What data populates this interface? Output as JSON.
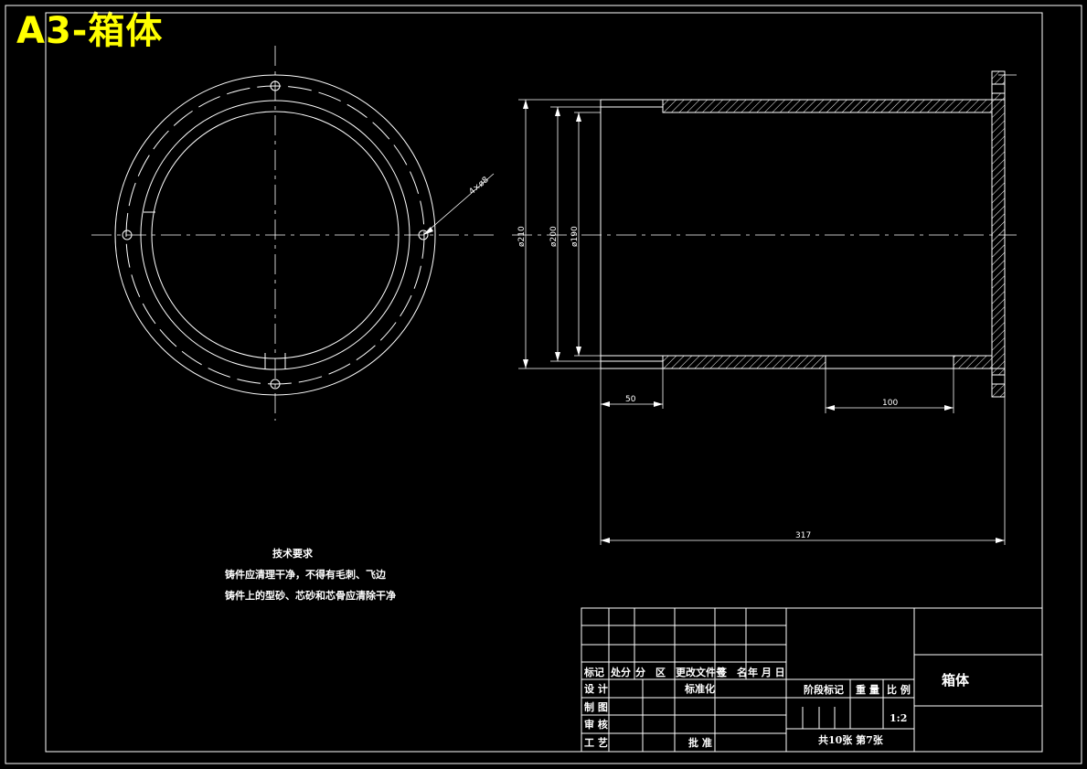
{
  "sheet_title": "A3-箱体",
  "dimensions": {
    "hole_callout": "4×ø8",
    "dia_outer": "ø210",
    "dia_mid": "ø200",
    "dia_inner": "ø190",
    "len_left": "50",
    "len_right": "100",
    "len_total": "317"
  },
  "notes": {
    "heading": "技术要求",
    "line1": "铸件应清理干净，不得有毛刺、飞边",
    "line2": "铸件上的型砂、芯砂和芯骨应清除干净"
  },
  "title_block": {
    "col_mark": "标记",
    "col_count": "处分",
    "col_zone": "分　区",
    "col_doc": "更改文件号",
    "col_sign": "签　名",
    "col_date": "年 月 日",
    "row_design": "设 计",
    "row_standard": "标准化",
    "row_draw": "制 图",
    "row_review": "审 核",
    "row_process": "工 艺",
    "row_approve": "批 准",
    "stage_mark": "阶段标记",
    "weight": "重 量",
    "scale_label": "比 例",
    "scale_value": "1:2",
    "sheets": "共10张 第7张",
    "part_name": "箱体"
  }
}
